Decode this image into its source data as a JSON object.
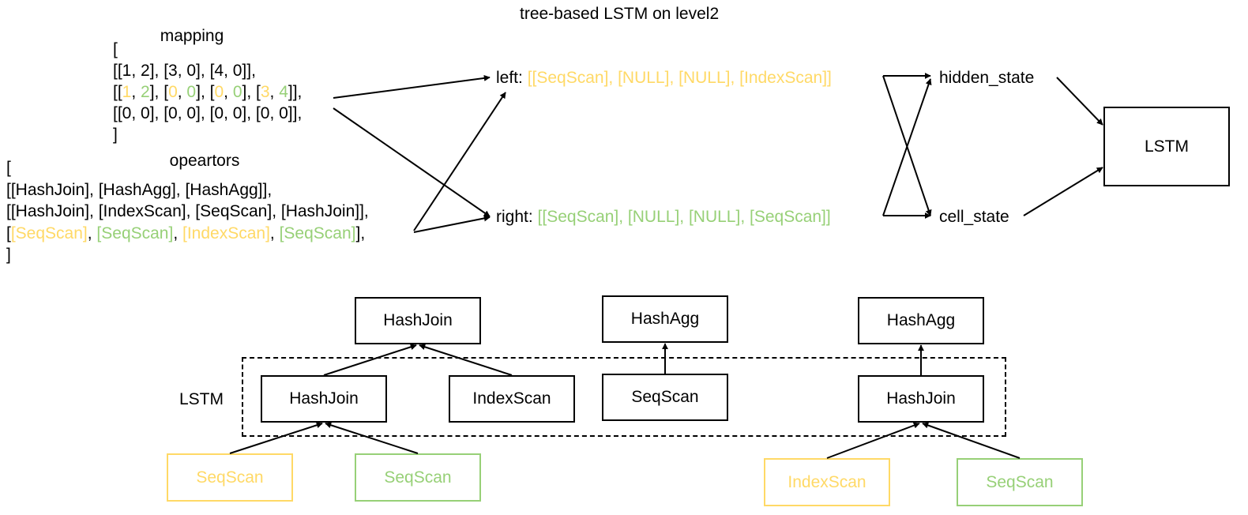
{
  "title": "tree-based LSTM on level2",
  "mapping": {
    "label": "mapping",
    "open": "[",
    "row1": "[[1, 2], [3, 0], [4, 0]],",
    "row2": [
      {
        "t": "[[",
        "c": ""
      },
      {
        "t": "1",
        "c": "y"
      },
      {
        "t": ", ",
        "c": ""
      },
      {
        "t": "2",
        "c": "g"
      },
      {
        "t": "], [",
        "c": ""
      },
      {
        "t": "0",
        "c": "y"
      },
      {
        "t": ", ",
        "c": ""
      },
      {
        "t": "0",
        "c": "g"
      },
      {
        "t": "], [",
        "c": ""
      },
      {
        "t": "0",
        "c": "y"
      },
      {
        "t": ", ",
        "c": ""
      },
      {
        "t": "0",
        "c": "g"
      },
      {
        "t": "], [",
        "c": ""
      },
      {
        "t": "3",
        "c": "y"
      },
      {
        "t": ", ",
        "c": ""
      },
      {
        "t": "4",
        "c": "g"
      },
      {
        "t": "]],",
        "c": ""
      }
    ],
    "row3": "[[0, 0], [0, 0], [0, 0], [0, 0]],",
    "close": "]"
  },
  "operators": {
    "label": "opeartors",
    "open": "[",
    "row1": "[[HashJoin], [HashAgg], [HashAgg]],",
    "row2": "[[HashJoin], [IndexScan], [SeqScan], [HashJoin]],",
    "row3": [
      {
        "t": "[",
        "c": ""
      },
      {
        "t": "[SeqScan]",
        "c": "y"
      },
      {
        "t": ", ",
        "c": ""
      },
      {
        "t": "[SeqScan]",
        "c": "g"
      },
      {
        "t": ", ",
        "c": ""
      },
      {
        "t": "[IndexScan]",
        "c": "y"
      },
      {
        "t": ", ",
        "c": ""
      },
      {
        "t": "[SeqScan]",
        "c": "g"
      },
      {
        "t": "],",
        "c": ""
      }
    ],
    "close": "]"
  },
  "left": {
    "label": "left: ",
    "value": "[[SeqScan], [NULL], [NULL], [IndexScan]]"
  },
  "right": {
    "label": "right: ",
    "value": "[[SeqScan], [NULL], [NULL], [SeqScan]]"
  },
  "states": {
    "hidden": "hidden_state",
    "cell": "cell_state"
  },
  "lstm_box": "LSTM",
  "lstm_label": "LSTM",
  "tree": {
    "top": [
      "HashJoin",
      "HashAgg",
      "HashAgg"
    ],
    "mid": [
      "HashJoin",
      "IndexScan",
      "SeqScan",
      "HashJoin"
    ],
    "leaves": [
      "SeqScan",
      "SeqScan",
      "IndexScan",
      "SeqScan"
    ]
  },
  "colors": {
    "left": "#FFD966",
    "right": "#97D077",
    "line": "#000000"
  }
}
